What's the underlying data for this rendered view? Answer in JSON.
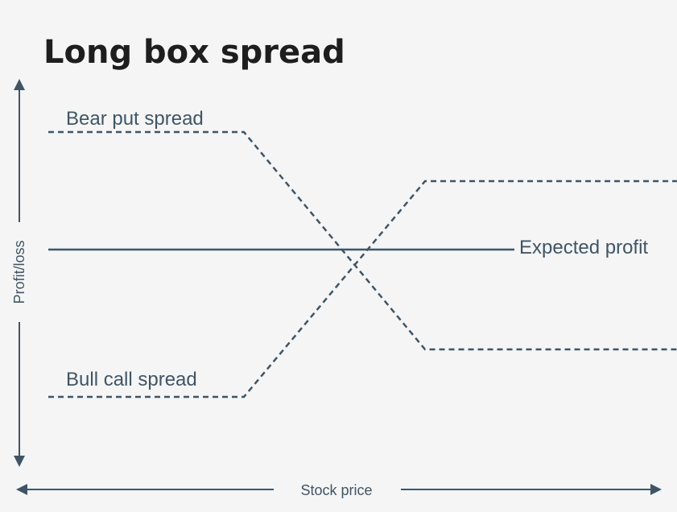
{
  "title": "Long box spread",
  "y_axis_label": "Profit/loss",
  "x_axis_label": "Stock price",
  "labels": {
    "bear_put": "Bear put spread",
    "bull_call": "Bull call spread",
    "expected": "Expected profit"
  },
  "colors": {
    "background": "#f5f5f5",
    "line": "#3f5566",
    "title": "#1e1e1e"
  }
}
